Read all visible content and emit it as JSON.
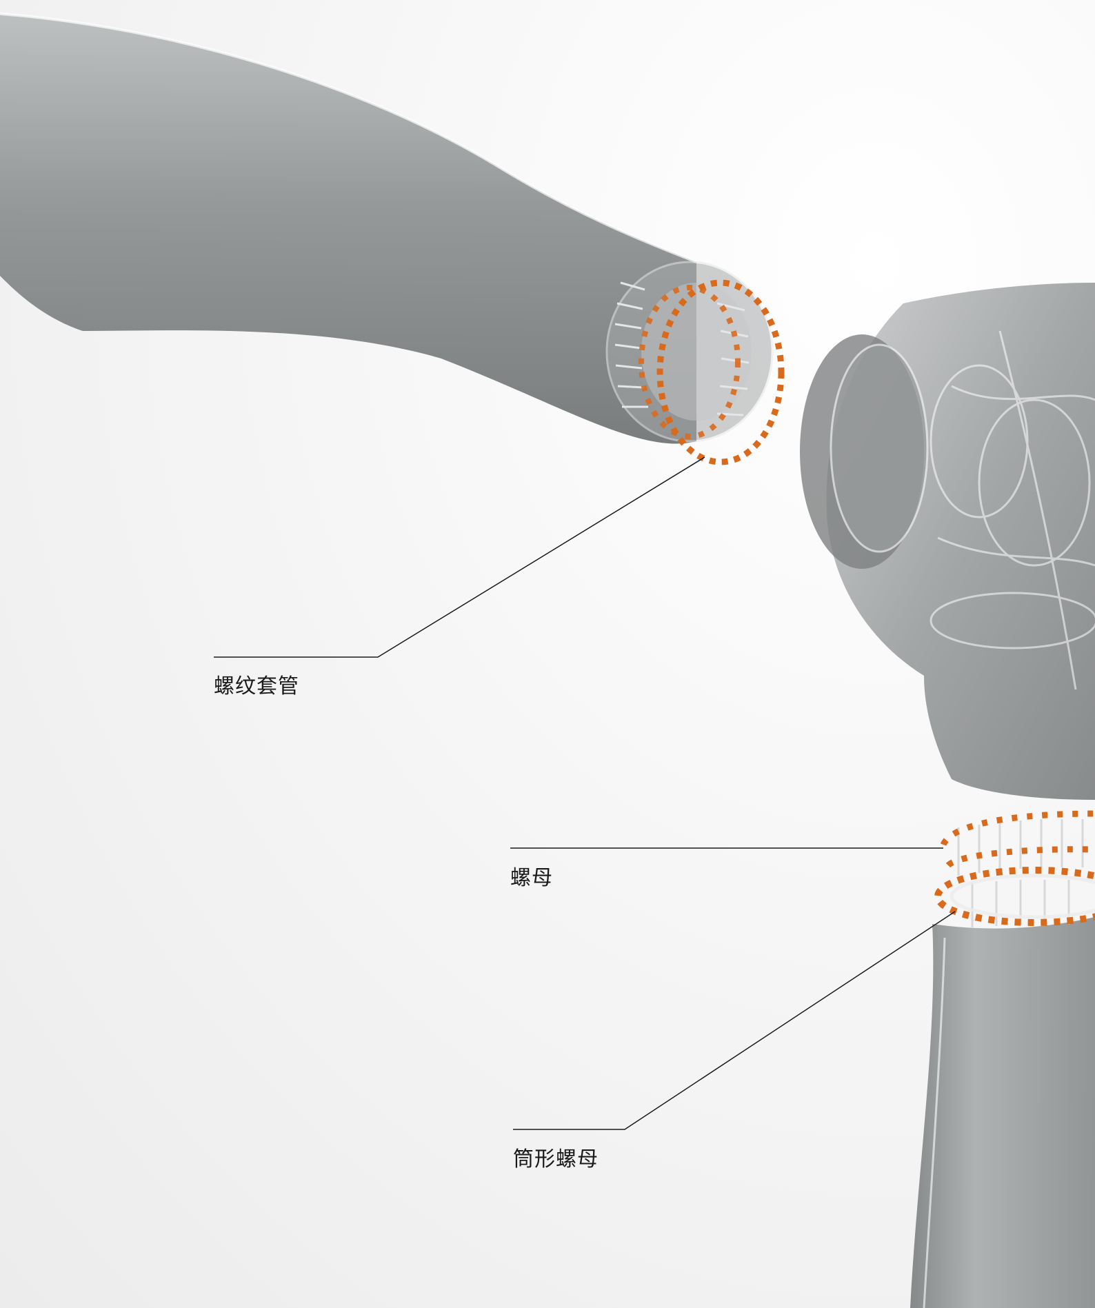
{
  "callouts": {
    "threaded_sleeve": "螺纹套管",
    "nut": "螺母",
    "barrel_nut": "筒形螺母"
  },
  "colors": {
    "background": "#f4f4f4",
    "structure_gray": "#8c8f90",
    "bolt_orange": "#d96a1c",
    "leader_line": "#1a1a1a"
  }
}
